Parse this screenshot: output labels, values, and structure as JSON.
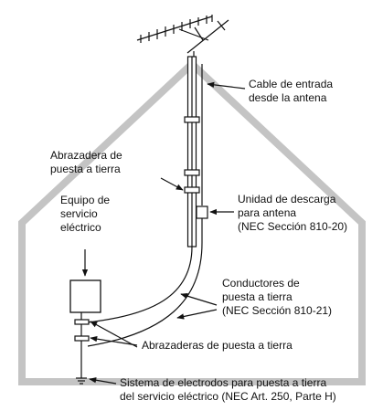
{
  "labels": {
    "lead_in_cable": [
      "Cable de entrada",
      "desde la antena"
    ],
    "ground_clamp": [
      "Abrazadera de",
      "puesta a tierra"
    ],
    "service_equipment": [
      "Equipo de",
      "servicio",
      "eléctrico"
    ],
    "discharge_unit": [
      "Unidad de descarga",
      "para antena",
      "(NEC Sección 810-20)"
    ],
    "grounding_conductors": [
      "Conductores de",
      "puesta a tierra",
      "(NEC Sección 810-21)"
    ],
    "ground_clamps": [
      "Abrazaderas de puesta a tierra"
    ],
    "electrode_system": [
      "Sistema de electrodos para puesta a tierra",
      "del servicio eléctrico (NEC Art. 250, Parte H)"
    ]
  },
  "colors": {
    "house_outline": "#c4c4c4",
    "lines": "#111111",
    "background": "#ffffff"
  },
  "icons": [
    "antenna-icon",
    "ground-symbol-icon",
    "arrow-icon"
  ]
}
